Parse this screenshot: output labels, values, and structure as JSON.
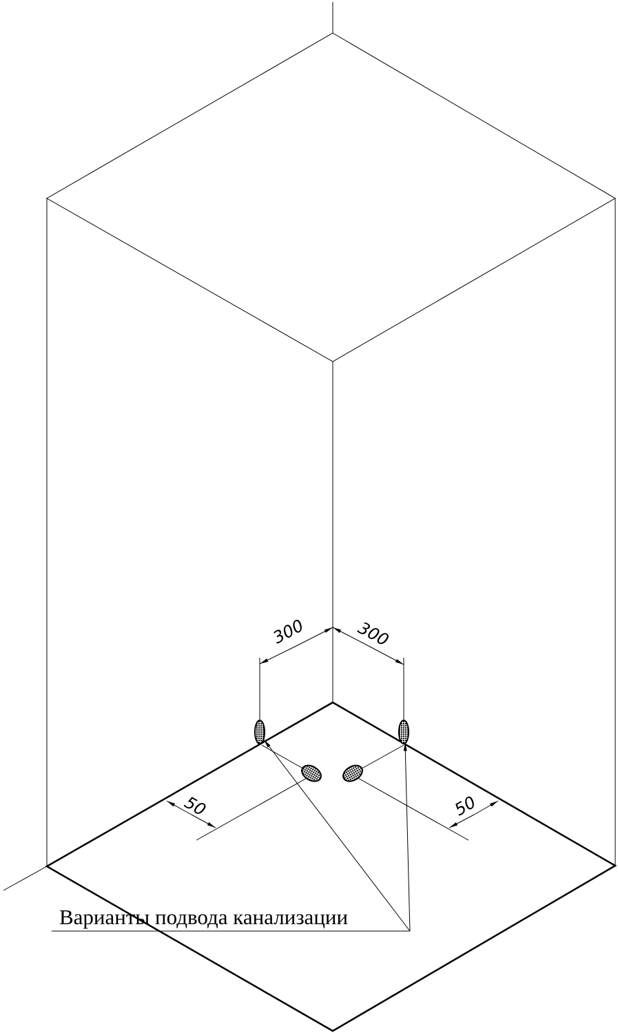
{
  "drawing": {
    "caption": "Варианты подвода канализации",
    "dimensions": {
      "left_offset": "300",
      "right_offset": "300",
      "left_wall_gap": "50",
      "right_wall_gap": "50"
    },
    "colors": {
      "line": "#000000",
      "background": "#ffffff"
    }
  }
}
